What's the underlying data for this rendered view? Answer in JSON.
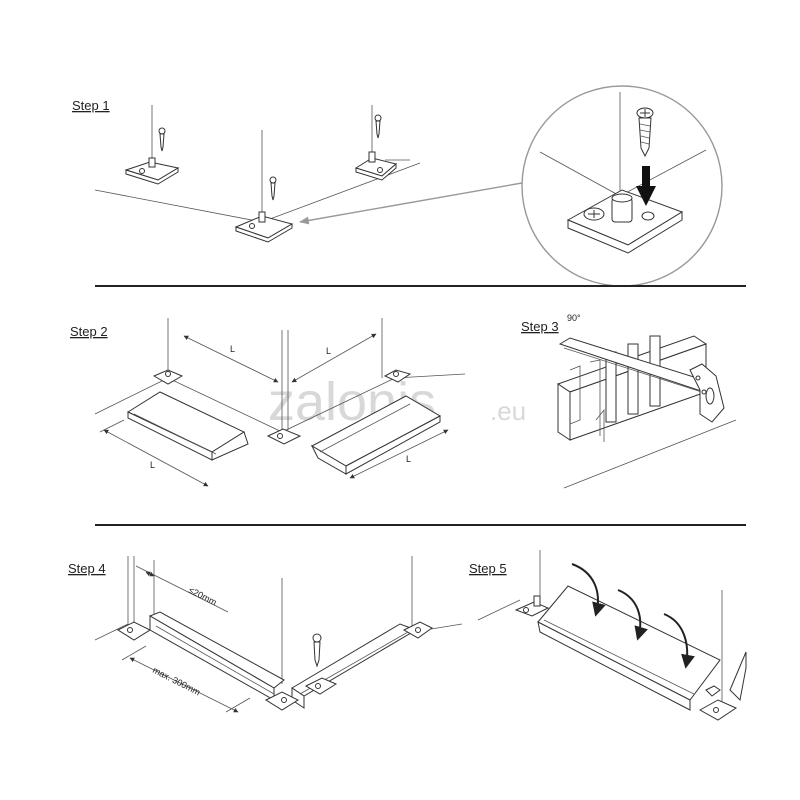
{
  "steps": [
    {
      "label": "Step 1"
    },
    {
      "label": "Step 2"
    },
    {
      "label": "Step 3"
    },
    {
      "label": "Step 4"
    },
    {
      "label": "Step 5"
    }
  ],
  "dimensions": {
    "length_left_top": "L",
    "length_right_top": "L",
    "length_left_bottom": "L",
    "length_right_bottom": "L",
    "angle": "90°",
    "max_gap": "≤20mm",
    "max_spacing": "max. 300mm"
  },
  "watermark": {
    "brand": "zalonis",
    "tld": ".eu"
  },
  "colors": {
    "line": "#333333",
    "watermark": "#d8d8d8",
    "connector_arrow": "#999999",
    "highlight_arrow": "#111111"
  }
}
